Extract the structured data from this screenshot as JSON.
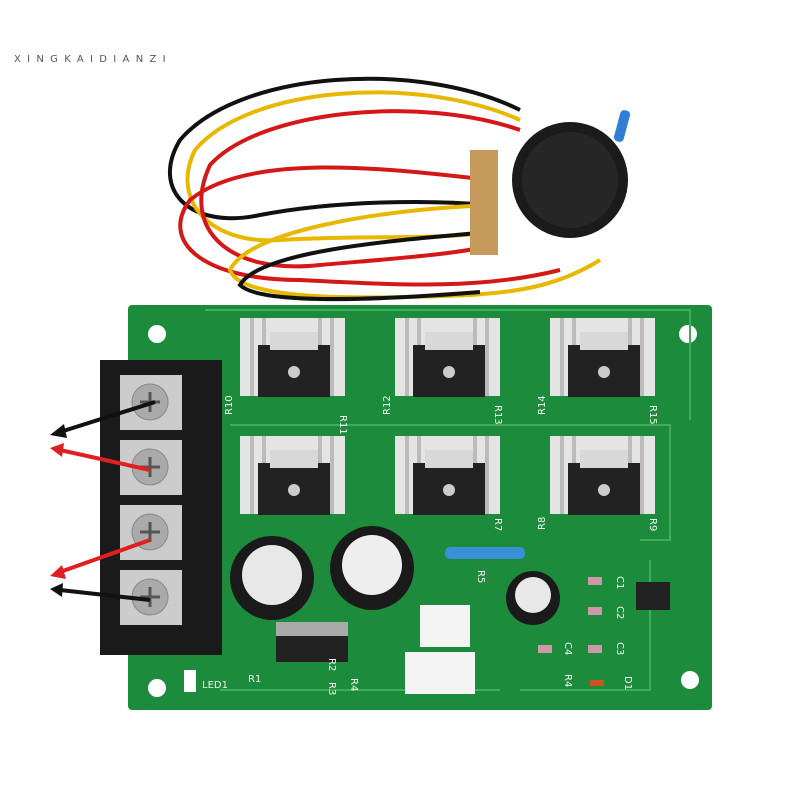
{
  "watermark": "XINGKAIDIANZI",
  "colors": {
    "pcb": "#1c8b3c",
    "silkscreen": "#f2f2f2",
    "terminal": "#1a1a1a",
    "knob_pointer": "#2f7fd8",
    "arrow_red": "#e02020",
    "arrow_black": "#111111"
  },
  "silk_labels": {
    "r10": "R10",
    "r11": "R11",
    "r12": "R12",
    "r13": "R13",
    "r14": "R14",
    "r15": "R15",
    "r7": "R7",
    "r8": "R8",
    "r9": "R9",
    "led1": "LED1",
    "r1": "R1",
    "r2": "R2",
    "r3": "R3",
    "r4": "R4",
    "r5": "R5",
    "c1": "C1",
    "c2": "C2",
    "c3": "C3",
    "c4": "C4",
    "r4b": "R4",
    "d1": "D1"
  }
}
